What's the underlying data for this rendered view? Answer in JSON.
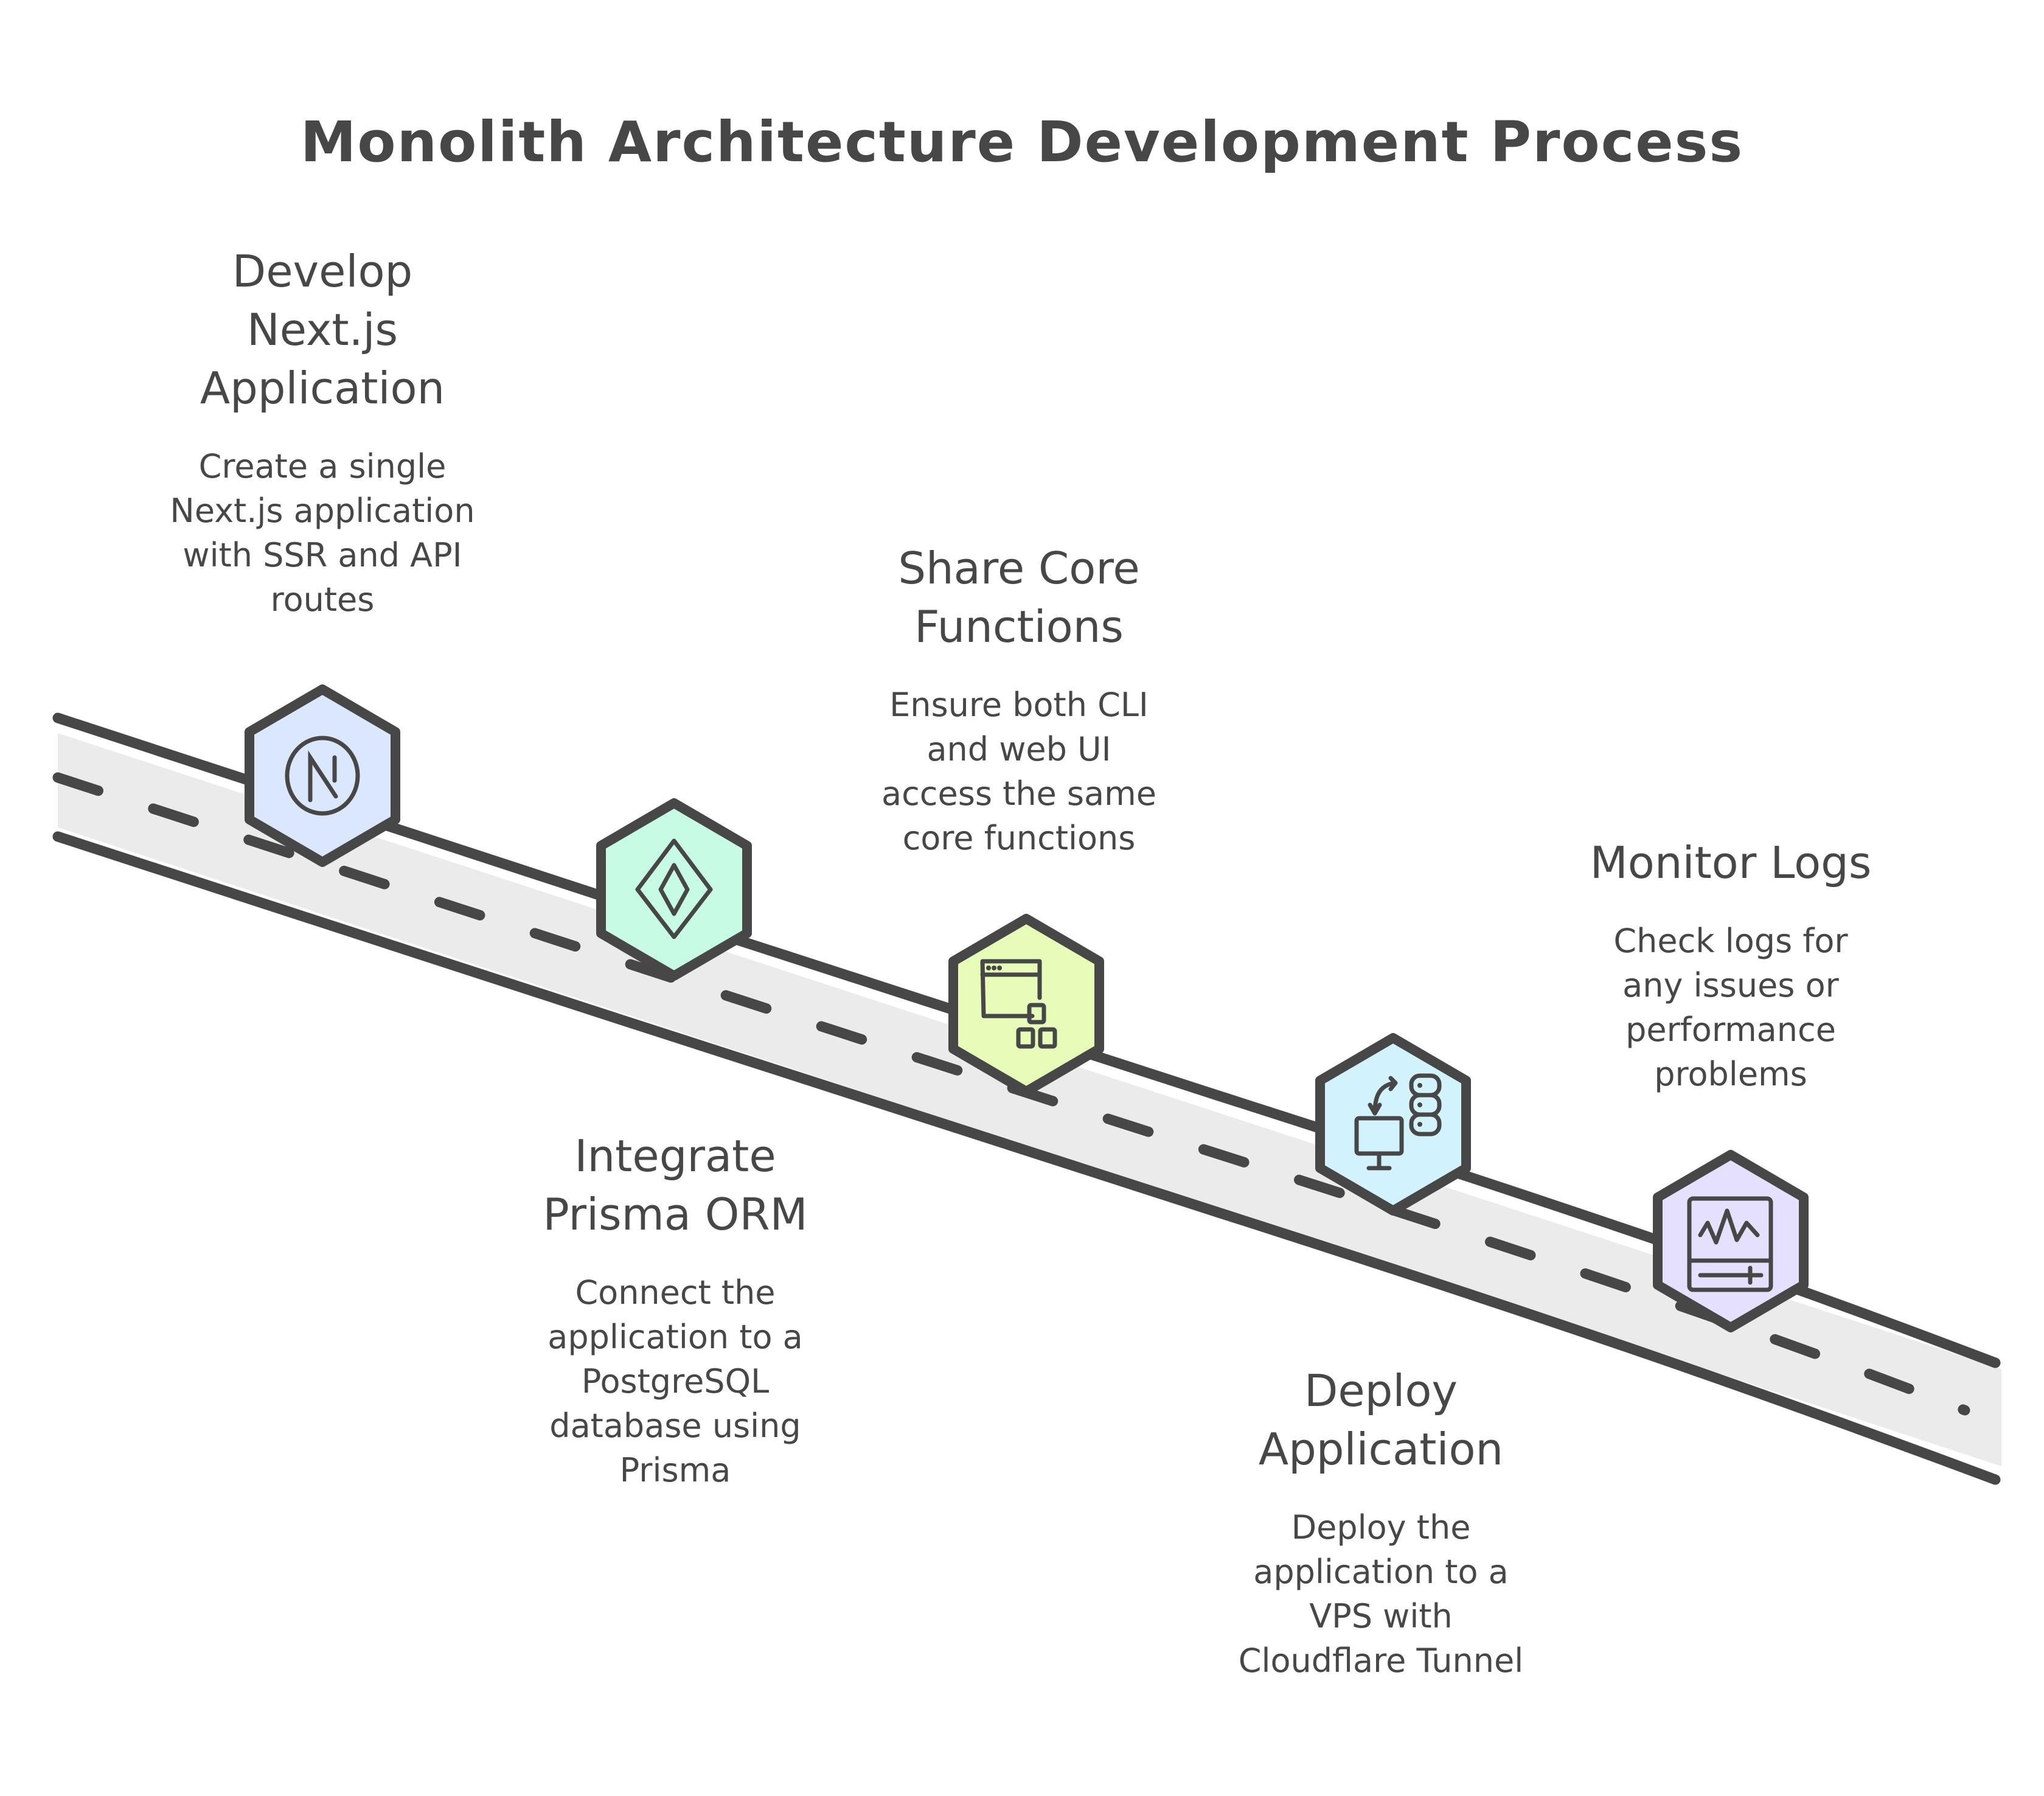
{
  "title": "Monolith Architecture Development Process",
  "colors": {
    "ink": "#474747",
    "road": "#ebebeb",
    "background": "#ffffff"
  },
  "steps": [
    {
      "heading": "Develop Next.js Application",
      "heading_lines": [
        "Develop",
        "Next.js",
        "Application"
      ],
      "description": "Create a single Next.js application with SSR and API routes",
      "description_lines": [
        "Create a single",
        "Next.js application",
        "with SSR and API",
        "routes"
      ],
      "icon": "nextjs-logo-icon",
      "fill": "#dbe7fd",
      "label_position": "above"
    },
    {
      "heading": "Integrate Prisma ORM",
      "heading_lines": [
        "Integrate",
        "Prisma ORM"
      ],
      "description": "Connect the application to a PostgreSQL database using Prisma",
      "description_lines": [
        "Connect the",
        "application to a",
        "PostgreSQL",
        "database using",
        "Prisma"
      ],
      "icon": "prisma-logo-icon",
      "fill": "#c8fbe3",
      "label_position": "below"
    },
    {
      "heading": "Share Core Functions",
      "heading_lines": [
        "Share Core",
        "Functions"
      ],
      "description": "Ensure both CLI and web UI access the same core functions",
      "description_lines": [
        "Ensure both CLI",
        "and web UI",
        "access the same",
        "core functions"
      ],
      "icon": "browser-window-modules-icon",
      "fill": "#e6fcb8",
      "label_position": "above"
    },
    {
      "heading": "Deploy Application",
      "heading_lines": [
        "Deploy",
        "Application"
      ],
      "description": "Deploy the application to a VPS with Cloudflare Tunnel",
      "description_lines": [
        "Deploy the",
        "application to a",
        "VPS with",
        "Cloudflare Tunnel"
      ],
      "icon": "monitor-server-sync-icon",
      "fill": "#d2f3fd",
      "label_position": "below"
    },
    {
      "heading": "Monitor Logs",
      "heading_lines": [
        "Monitor Logs"
      ],
      "description": "Check logs for any issues or performance problems",
      "description_lines": [
        "Check logs for",
        "any issues or",
        "performance",
        "problems"
      ],
      "icon": "activity-chart-icon",
      "fill": "#e4e0fd",
      "label_position": "above"
    }
  ]
}
